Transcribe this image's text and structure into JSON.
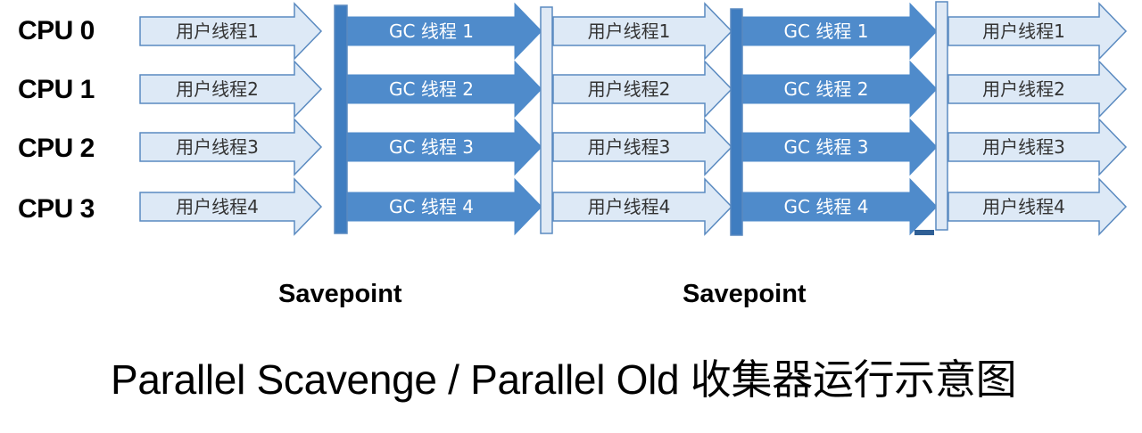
{
  "cpus": [
    "CPU 0",
    "CPU 1",
    "CPU 2",
    "CPU 3"
  ],
  "phases": [
    {
      "kind": "user",
      "labels": [
        "用户线程1",
        "用户线程2",
        "用户线程3",
        "用户线程4"
      ]
    },
    {
      "kind": "gc",
      "labels": [
        "GC 线程 1",
        "GC 线程 2",
        "GC 线程 3",
        "GC 线程 4"
      ]
    },
    {
      "kind": "user",
      "labels": [
        "用户线程1",
        "用户线程2",
        "用户线程3",
        "用户线程4"
      ]
    },
    {
      "kind": "gc",
      "labels": [
        "GC 线程 1",
        "GC 线程 2",
        "GC 线程 3",
        "GC 线程 4"
      ]
    },
    {
      "kind": "user",
      "labels": [
        "用户线程1",
        "用户线程2",
        "用户线程3",
        "用户线程4"
      ]
    }
  ],
  "savepoints": [
    "Savepoint",
    "Savepoint"
  ],
  "caption": "Parallel Scavenge / Parallel Old 收集器运行示意图",
  "colors": {
    "user_fill": "#dde9f6",
    "user_stroke": "#5a8ac0",
    "user_text": "#333333",
    "gc_fill": "#4f8bcb",
    "gc_text": "#ffffff",
    "bar_dark": "#3f7dc0",
    "bar_light": "#dfe9f5"
  }
}
